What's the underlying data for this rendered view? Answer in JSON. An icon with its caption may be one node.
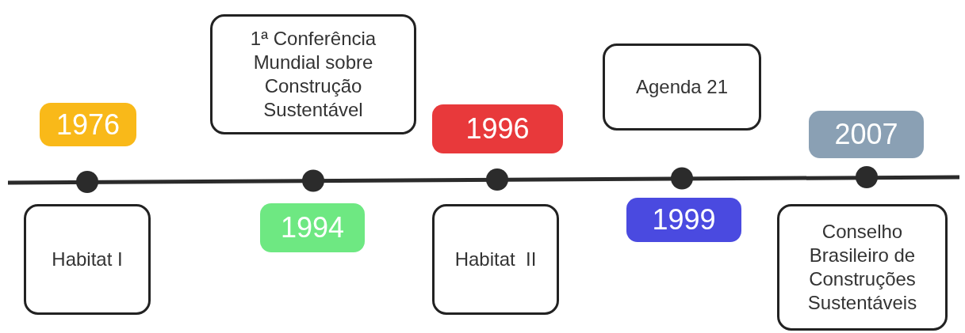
{
  "diagram": {
    "nodes": [
      {
        "text": [
          "1976"
        ]
      },
      {
        "text": [
          "Habitat I"
        ]
      },
      {
        "text": [
          "1ª Conferência Mundial sobre Construção Sustentável"
        ]
      },
      {
        "text": [
          "1994"
        ]
      },
      {
        "text": [
          "1996"
        ]
      },
      {
        "text": [
          "Habitat  II"
        ]
      },
      {
        "text": [
          "Agenda 21"
        ]
      },
      {
        "text": [
          "1999"
        ]
      },
      {
        "text": [
          "2007"
        ]
      },
      {
        "text": [
          "Conselho Brasileiro de Construções Sustentáveis"
        ]
      }
    ]
  }
}
